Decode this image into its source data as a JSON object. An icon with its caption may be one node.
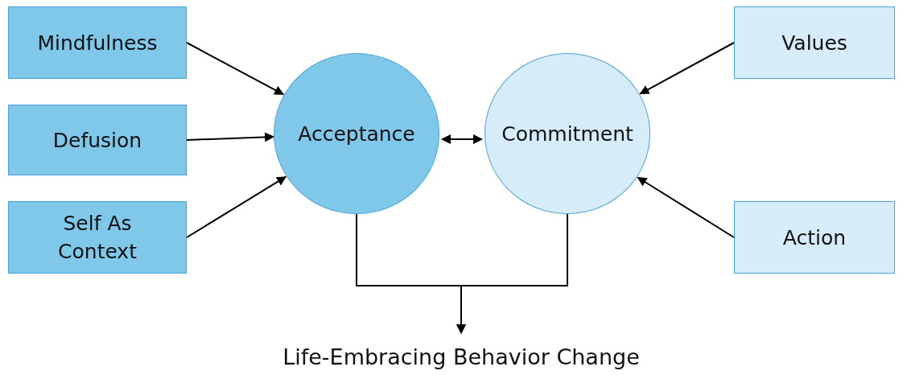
{
  "diagram": {
    "nodes": [
      {
        "text": [
          "Mindfulness"
        ]
      },
      {
        "text": [
          "Defusion"
        ]
      },
      {
        "text": [
          "Self As Context"
        ]
      },
      {
        "text": [
          "Acceptance"
        ]
      },
      {
        "text": [
          "Commitment"
        ]
      },
      {
        "text": [
          "Values"
        ]
      },
      {
        "text": [
          "Action"
        ]
      },
      {
        "text": [
          "Life-Embracing Behavior Change"
        ]
      }
    ],
    "edges": [
      {
        "from": 0,
        "to": 3,
        "arrow": "to"
      },
      {
        "from": 1,
        "to": 3,
        "arrow": "to"
      },
      {
        "from": 2,
        "to": 3,
        "arrow": "to"
      },
      {
        "from": 3,
        "to": 4,
        "arrow": "both"
      },
      {
        "from": 5,
        "to": 4,
        "arrow": "to"
      },
      {
        "from": 6,
        "to": 4,
        "arrow": "to"
      },
      {
        "from": 3,
        "to": 7,
        "arrow": "to"
      },
      {
        "from": 4,
        "to": 7,
        "arrow": "to"
      }
    ]
  }
}
